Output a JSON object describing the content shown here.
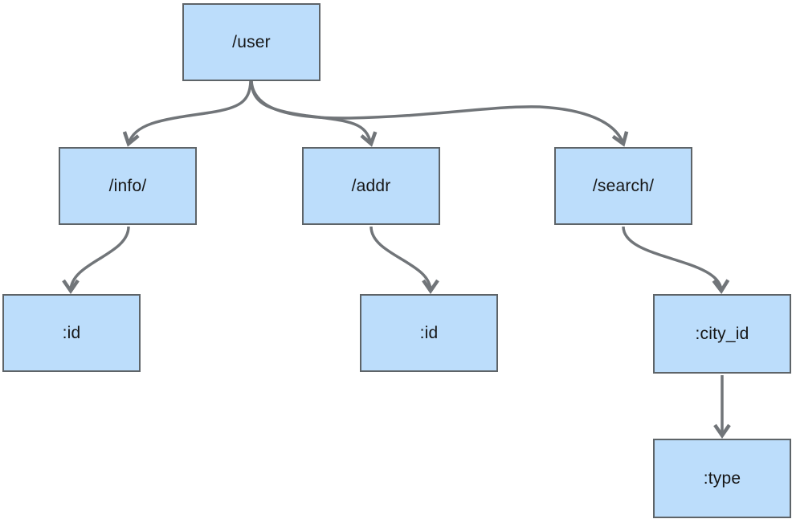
{
  "diagram": {
    "type": "route-tree-flowchart",
    "nodes": [
      {
        "id": "user",
        "label": "/user"
      },
      {
        "id": "info",
        "label": "/info/"
      },
      {
        "id": "addr",
        "label": "/addr"
      },
      {
        "id": "search",
        "label": "/search/"
      },
      {
        "id": "info_id",
        "label": ":id"
      },
      {
        "id": "addr_id",
        "label": ":id"
      },
      {
        "id": "city_id",
        "label": ":city_id"
      },
      {
        "id": "type",
        "label": ":type"
      }
    ],
    "edges": [
      {
        "from": "/user",
        "to": "/info/"
      },
      {
        "from": "/user",
        "to": "/addr"
      },
      {
        "from": "/user",
        "to": "/search/"
      },
      {
        "from": "/info/",
        "to": ":id"
      },
      {
        "from": "/addr",
        "to": ":id"
      },
      {
        "from": "/search/",
        "to": ":city_id"
      },
      {
        "from": ":city_id",
        "to": ":type"
      }
    ],
    "colors": {
      "node_fill": "#bcddfb",
      "node_border": "#5e6468",
      "arrow": "#717579",
      "text": "#161616",
      "background": "#ffffff"
    }
  }
}
